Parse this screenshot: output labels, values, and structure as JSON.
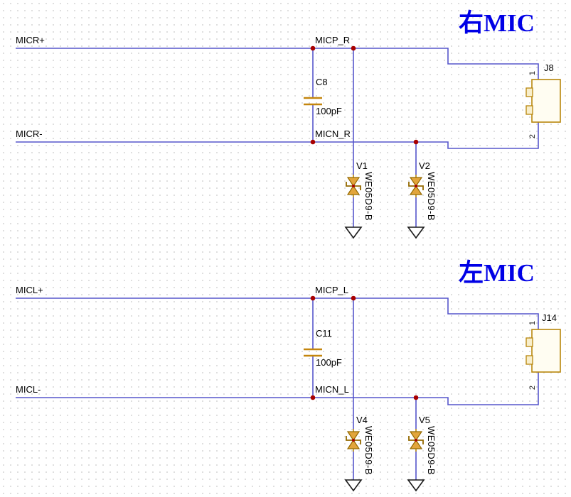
{
  "colors": {
    "wire": "#5656cc",
    "junction": "#a80000",
    "component": "#b8860b",
    "diode_fill": "#e2a53c",
    "title": "#0000e6",
    "background": "#ffffff"
  },
  "circuits": [
    {
      "title": "右MIC",
      "nets": {
        "left_top": "MICR+",
        "left_bottom": "MICR-",
        "right_top": "MICP_R",
        "right_bottom": "MICN_R"
      },
      "capacitor": {
        "ref": "C8",
        "value": "100pF"
      },
      "diodes": [
        {
          "ref": "V1",
          "part": "WE05D9-B"
        },
        {
          "ref": "V2",
          "part": "WE05D9-B"
        }
      ],
      "connector": {
        "ref": "J8",
        "pin1": "1",
        "pin2": "2"
      }
    },
    {
      "title": "左MIC",
      "nets": {
        "left_top": "MICL+",
        "left_bottom": "MICL-",
        "right_top": "MICP_L",
        "right_bottom": "MICN_L"
      },
      "capacitor": {
        "ref": "C11",
        "value": "100pF"
      },
      "diodes": [
        {
          "ref": "V4",
          "part": "WE05D9-B"
        },
        {
          "ref": "V5",
          "part": "WE05D9-B"
        }
      ],
      "connector": {
        "ref": "J14",
        "pin1": "1",
        "pin2": "2"
      }
    }
  ]
}
